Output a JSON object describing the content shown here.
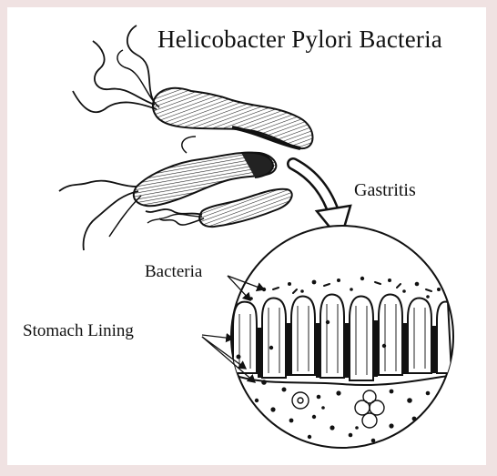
{
  "diagram": {
    "title": "Helicobacter Pylori Bacteria",
    "labels": {
      "gastritis": "Gastritis",
      "bacteria": "Bacteria",
      "stomach_lining": "Stomach Lining"
    }
  },
  "colors": {
    "ink": "#111111",
    "border": "#f0e2e2",
    "background": "#ffffff"
  }
}
